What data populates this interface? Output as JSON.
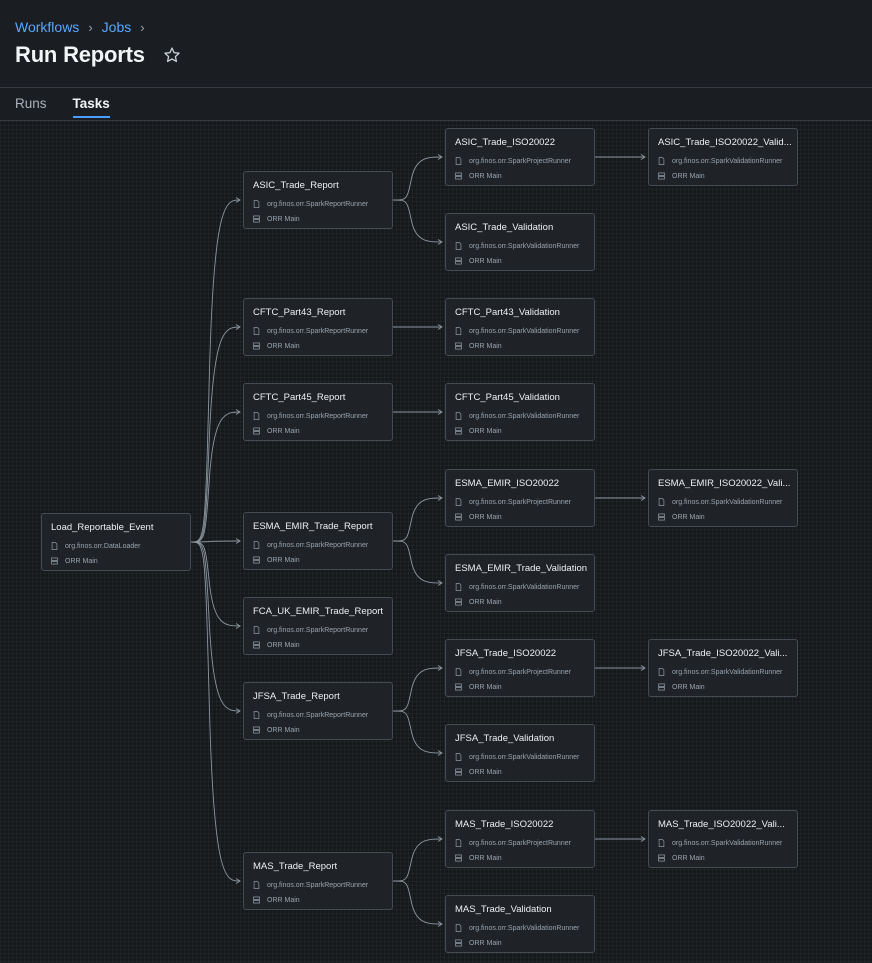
{
  "breadcrumb": {
    "items": [
      "Workflows",
      "Jobs"
    ]
  },
  "page": {
    "title": "Run Reports"
  },
  "tabs": [
    {
      "label": "Runs"
    },
    {
      "label": "Tasks",
      "active": true
    }
  ],
  "tasks": [
    {
      "id": "load",
      "title": "Load_Reportable_Event",
      "runner": "org.finos.orr.DataLoader",
      "cluster": "ORR Main"
    },
    {
      "id": "asic_rep",
      "title": "ASIC_Trade_Report",
      "runner": "org.finos.orr.SparkReportRunner",
      "cluster": "ORR Main"
    },
    {
      "id": "asic_iso",
      "title": "ASIC_Trade_ISO20022",
      "runner": "org.finos.orr.SparkProjectRunner",
      "cluster": "ORR Main"
    },
    {
      "id": "asic_iso_val",
      "title": "ASIC_Trade_ISO20022_Valid...",
      "runner": "org.finos.orr.SparkValidationRunner",
      "cluster": "ORR Main"
    },
    {
      "id": "asic_val",
      "title": "ASIC_Trade_Validation",
      "runner": "org.finos.orr.SparkValidationRunner",
      "cluster": "ORR Main"
    },
    {
      "id": "cftc43",
      "title": "CFTC_Part43_Report",
      "runner": "org.finos.orr.SparkReportRunner",
      "cluster": "ORR Main"
    },
    {
      "id": "cftc43_val",
      "title": "CFTC_Part43_Validation",
      "runner": "org.finos.orr.SparkValidationRunner",
      "cluster": "ORR Main"
    },
    {
      "id": "cftc45",
      "title": "CFTC_Part45_Report",
      "runner": "org.finos.orr.SparkReportRunner",
      "cluster": "ORR Main"
    },
    {
      "id": "cftc45_val",
      "title": "CFTC_Part45_Validation",
      "runner": "org.finos.orr.SparkValidationRunner",
      "cluster": "ORR Main"
    },
    {
      "id": "esma_rep",
      "title": "ESMA_EMIR_Trade_Report",
      "runner": "org.finos.orr.SparkReportRunner",
      "cluster": "ORR Main"
    },
    {
      "id": "esma_iso",
      "title": "ESMA_EMIR_ISO20022",
      "runner": "org.finos.orr.SparkProjectRunner",
      "cluster": "ORR Main"
    },
    {
      "id": "esma_iso_val",
      "title": "ESMA_EMIR_ISO20022_Vali...",
      "runner": "org.finos.orr.SparkValidationRunner",
      "cluster": "ORR Main"
    },
    {
      "id": "esma_val",
      "title": "ESMA_EMIR_Trade_Validation",
      "runner": "org.finos.orr.SparkValidationRunner",
      "cluster": "ORR Main"
    },
    {
      "id": "fca",
      "title": "FCA_UK_EMIR_Trade_Report",
      "runner": "org.finos.orr.SparkReportRunner",
      "cluster": "ORR Main"
    },
    {
      "id": "jfsa_rep",
      "title": "JFSA_Trade_Report",
      "runner": "org.finos.orr.SparkReportRunner",
      "cluster": "ORR Main"
    },
    {
      "id": "jfsa_iso",
      "title": "JFSA_Trade_ISO20022",
      "runner": "org.finos.orr.SparkProjectRunner",
      "cluster": "ORR Main"
    },
    {
      "id": "jfsa_iso_val",
      "title": "JFSA_Trade_ISO20022_Vali...",
      "runner": "org.finos.orr.SparkValidationRunner",
      "cluster": "ORR Main"
    },
    {
      "id": "jfsa_val",
      "title": "JFSA_Trade_Validation",
      "runner": "org.finos.orr.SparkValidationRunner",
      "cluster": "ORR Main"
    },
    {
      "id": "mas_rep",
      "title": "MAS_Trade_Report",
      "runner": "org.finos.orr.SparkReportRunner",
      "cluster": "ORR Main"
    },
    {
      "id": "mas_iso",
      "title": "MAS_Trade_ISO20022",
      "runner": "org.finos.orr.SparkProjectRunner",
      "cluster": "ORR Main"
    },
    {
      "id": "mas_iso_val",
      "title": "MAS_Trade_ISO20022_Vali...",
      "runner": "org.finos.orr.SparkValidationRunner",
      "cluster": "ORR Main"
    },
    {
      "id": "mas_val",
      "title": "MAS_Trade_Validation",
      "runner": "org.finos.orr.SparkValidationRunner",
      "cluster": "ORR Main"
    }
  ],
  "dependencies": [
    [
      "load",
      "asic_rep"
    ],
    [
      "load",
      "cftc43"
    ],
    [
      "load",
      "cftc45"
    ],
    [
      "load",
      "esma_rep"
    ],
    [
      "load",
      "fca"
    ],
    [
      "load",
      "jfsa_rep"
    ],
    [
      "load",
      "mas_rep"
    ],
    [
      "asic_rep",
      "asic_iso"
    ],
    [
      "asic_rep",
      "asic_val"
    ],
    [
      "asic_iso",
      "asic_iso_val"
    ],
    [
      "cftc43",
      "cftc43_val"
    ],
    [
      "cftc45",
      "cftc45_val"
    ],
    [
      "esma_rep",
      "esma_iso"
    ],
    [
      "esma_rep",
      "esma_val"
    ],
    [
      "esma_iso",
      "esma_iso_val"
    ],
    [
      "jfsa_rep",
      "jfsa_iso"
    ],
    [
      "jfsa_rep",
      "jfsa_val"
    ],
    [
      "jfsa_iso",
      "jfsa_iso_val"
    ],
    [
      "mas_rep",
      "mas_iso"
    ],
    [
      "mas_rep",
      "mas_val"
    ],
    [
      "mas_iso",
      "mas_iso_val"
    ]
  ],
  "colors": {
    "link": "#5aa8ff",
    "tab_indicator": "#4a9eff",
    "edge": "#8c959f",
    "node_border": "#454b53"
  }
}
